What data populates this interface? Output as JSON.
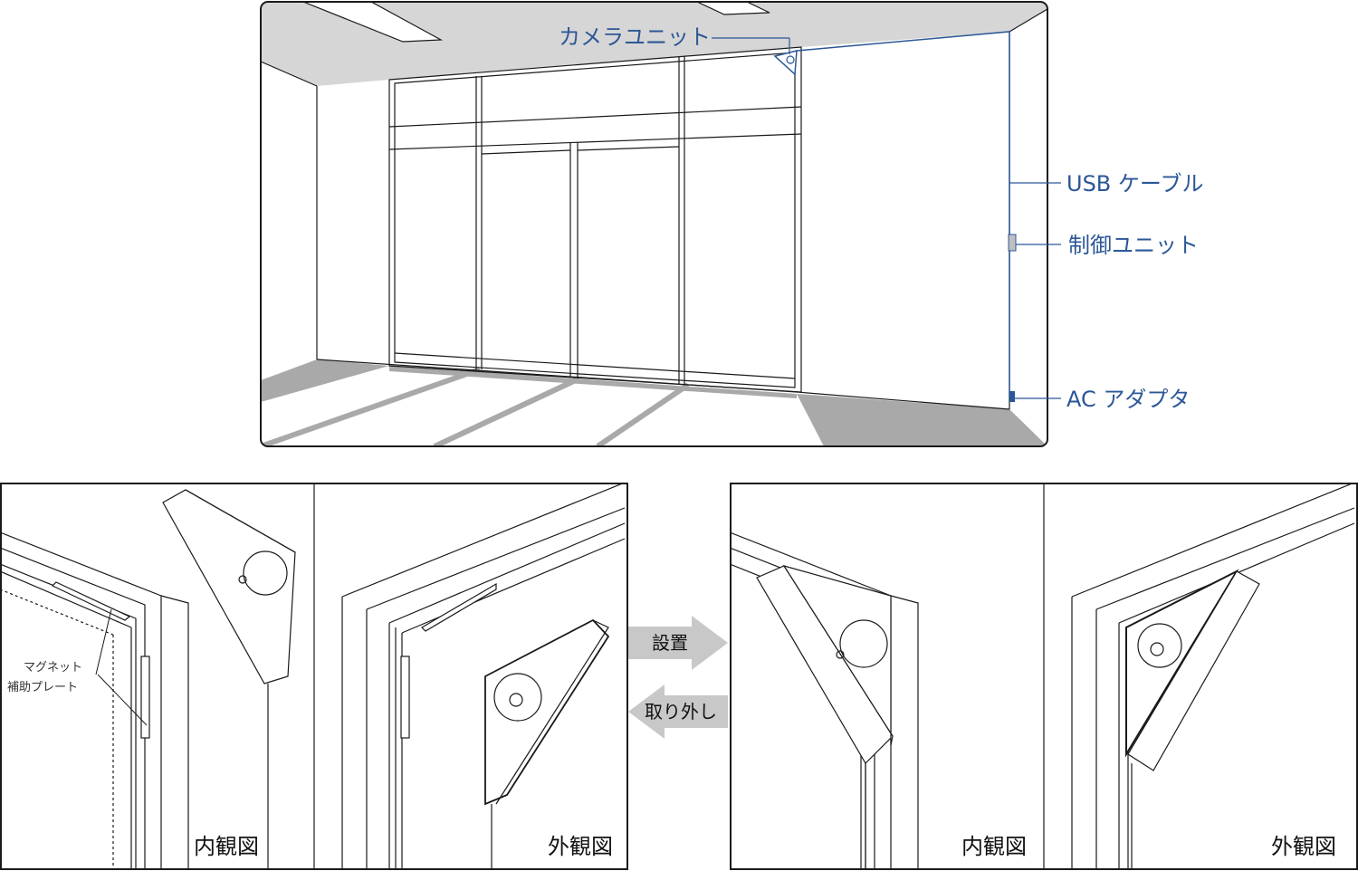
{
  "top_scene": {
    "labels": {
      "camera_unit": "カメラユニット",
      "usb_cable": "USB ケーブル",
      "control_unit": "制御ユニット",
      "ac_adapter": "AC アダプタ"
    }
  },
  "left_panel": {
    "magnet_label_line1": "マグネット",
    "magnet_label_line2": "補助プレート",
    "inner_view": "内観図",
    "outer_view": "外観図"
  },
  "right_panel": {
    "inner_view": "内観図",
    "outer_view": "外観図"
  },
  "arrows": {
    "install": "設置",
    "remove": "取り外し"
  },
  "colors": {
    "accent_blue": "#2b5797",
    "ceiling_gray": "#d6d6d6",
    "floor_gray": "#a9a9a9",
    "arrow_gray": "#c8c8c8",
    "line_black": "#1a1a1a"
  }
}
